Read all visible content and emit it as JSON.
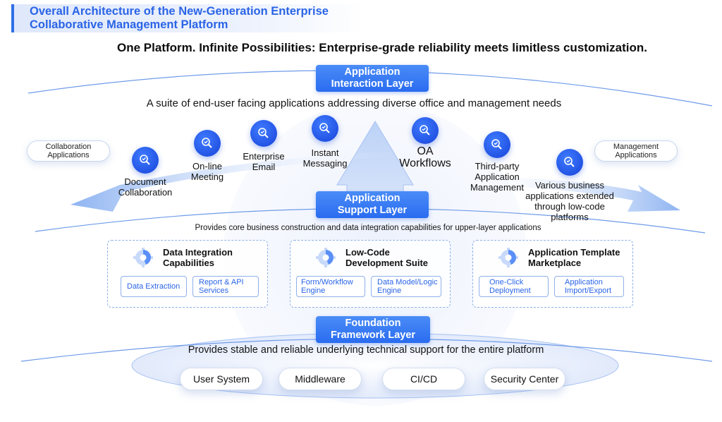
{
  "title": {
    "line1": "Overall Architecture of the New-Generation Enterprise",
    "line2": "Collaborative Management Platform"
  },
  "tagline": "One Platform. Infinite Possibilities: Enterprise-grade reliability meets limitless customization.",
  "interaction_layer": {
    "badge_line1": "Application",
    "badge_line2": "Interaction Layer",
    "description": "A suite of end-user facing applications addressing diverse office and management needs",
    "categories": {
      "left": "Collaboration Applications",
      "right": "Management Applications"
    },
    "apps": [
      {
        "label": "Document Collaboration",
        "icon": "search-key-icon"
      },
      {
        "label": "On-line Meeting",
        "icon": "search-key-icon"
      },
      {
        "label": "Enterprise Email",
        "icon": "search-key-icon"
      },
      {
        "label": "Instant Messaging",
        "icon": "search-key-icon"
      },
      {
        "label": "OA Workflows",
        "icon": "search-key-icon"
      },
      {
        "label": "Third-party Application Management",
        "icon": "search-key-icon"
      },
      {
        "label": "Various business applications extended through low-code platforms",
        "icon": "search-key-icon"
      }
    ]
  },
  "support_layer": {
    "badge_line1": "Application",
    "badge_line2": "Support Layer",
    "description": "Provides core business construction and data integration capabilities for upper-layer applications",
    "modules": [
      {
        "title_line1": "Data Integration",
        "title_line2": "Capabilities",
        "icon": "gear-icon",
        "items": [
          "Data Extraction",
          "Report & API Services"
        ]
      },
      {
        "title_line1": "Low-Code",
        "title_line2": "Development Suite",
        "icon": "gear-icon",
        "items": [
          "Form/Workflow Engine",
          "Data Model/Logic Engine"
        ]
      },
      {
        "title_line1": "Application Template",
        "title_line2": "Marketplace",
        "icon": "gear-icon",
        "items": [
          "One-Click Deployment",
          "Application Import/Export"
        ]
      }
    ]
  },
  "foundation_layer": {
    "badge_line1": "Foundation",
    "badge_line2": "Framework Layer",
    "description": "Provides stable and reliable underlying technical support for the entire platform",
    "components": [
      "User System",
      "Middleware",
      "CI/CD",
      "Security Center"
    ]
  },
  "colors": {
    "accent": "#2a6cf0",
    "title_blue": "#2a64e6",
    "light_blue": "#dfe8fb",
    "dashed_border": "#8fb0e8"
  }
}
